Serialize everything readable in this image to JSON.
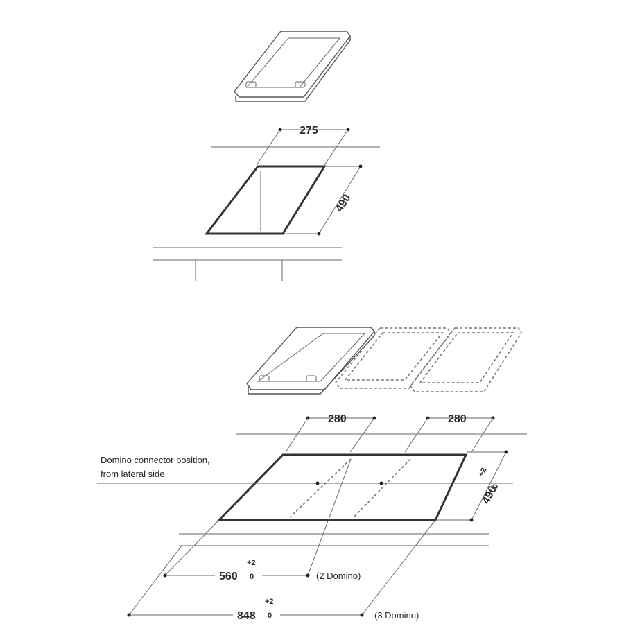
{
  "single": {
    "width_label": "275",
    "depth_label": "490"
  },
  "combined": {
    "width_label_left": "280",
    "width_label_right": "280",
    "depth_label": "490",
    "depth_tol_plus": "+2",
    "depth_tol_zero": "0",
    "connector_note_line1": "Domino connector position,",
    "connector_note_line2": "from lateral side",
    "total_two": "560",
    "total_two_tol_plus": "+2",
    "total_two_tol_zero": "0",
    "total_two_note": "(2 Domino)",
    "total_three": "848",
    "total_three_tol_plus": "+2",
    "total_three_tol_zero": "0",
    "total_three_note": "(3 Domino)"
  }
}
